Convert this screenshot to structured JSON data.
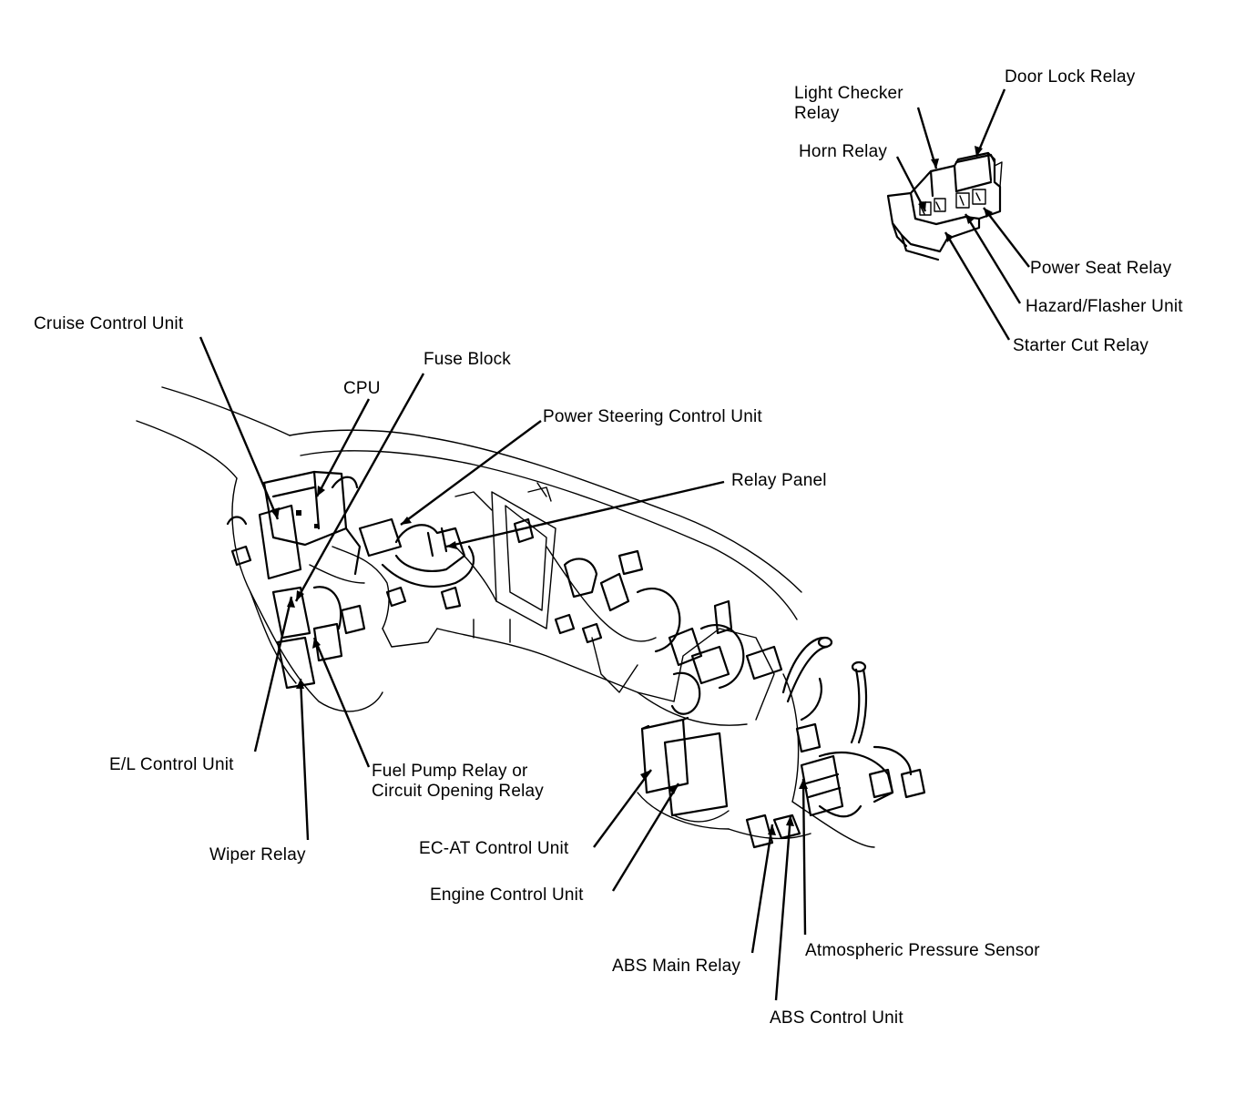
{
  "diagram": {
    "labels": {
      "door_lock_relay": "Door Lock Relay",
      "light_checker_relay": "Light Checker\nRelay",
      "horn_relay": "Horn Relay",
      "power_seat_relay": "Power Seat Relay",
      "hazard_flasher_unit": "Hazard/Flasher Unit",
      "starter_cut_relay": "Starter Cut Relay",
      "cruise_control_unit": "Cruise Control Unit",
      "fuse_block": "Fuse Block",
      "cpu": "CPU",
      "power_steering_control_unit": "Power Steering Control Unit",
      "relay_panel": "Relay Panel",
      "el_control_unit": "E/L Control Unit",
      "fuel_pump_relay": "Fuel Pump Relay or\nCircuit Opening Relay",
      "wiper_relay": "Wiper Relay",
      "ecat_control_unit": "EC-AT Control Unit",
      "engine_control_unit": "Engine Control Unit",
      "abs_main_relay": "ABS Main Relay",
      "atmospheric_pressure_sensor": "Atmospheric Pressure Sensor",
      "abs_control_unit": "ABS Control Unit"
    },
    "colors": {
      "ink": "#000000",
      "paper": "#ffffff"
    }
  }
}
